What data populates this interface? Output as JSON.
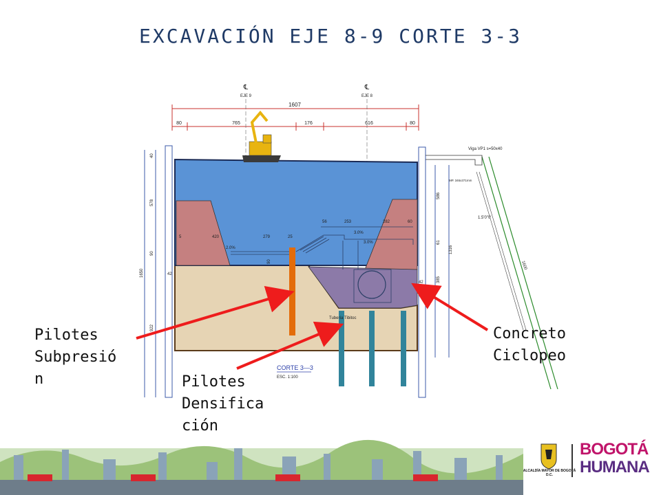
{
  "title": "EXCAVACIÓN EJE 8-9 CORTE 3-3",
  "callouts": {
    "pilotes_subpresion": "Pilotes\nSubpresió\nn",
    "pilotes_densificacion": "Pilotes\nDensifica\nción",
    "concreto_ciclopeo": "Concreto\nCiclopeo"
  },
  "drawing": {
    "axis_left": "EJE 9",
    "axis_right": "EJE 8",
    "axis_symbol": "℄",
    "dim_total": "1607",
    "dim_segments": [
      "80",
      "765",
      "176",
      "616",
      "80"
    ],
    "left_dims": [
      "40",
      "578",
      "90",
      "1650",
      "922",
      "42"
    ],
    "right_dims": [
      "586",
      "61",
      "1316",
      "385",
      "42"
    ],
    "inner_dims": [
      "420",
      "279",
      "25",
      "56",
      "253",
      "282",
      "60",
      "90",
      "5"
    ],
    "slopes": [
      "2.0%",
      "3.0%",
      "3.0%"
    ],
    "beam_label": "Viga VP1 s=50x40",
    "beam_small": "MP. 346x371mm",
    "slope_ratio": "1.5'0\"0'",
    "slope_length": "1600",
    "pipe_label": "Tubería Tibitoc",
    "section_title": "CORTE 3—3",
    "section_scale": "ESC.  1:100"
  },
  "logos": {
    "alcaldia": "ALCALDÍA MAYOR DE BOGOTÁ D.C.",
    "brand_line1": "BOGOTÁ",
    "brand_line2": "HUMANA"
  },
  "colors": {
    "title": "#1f3a66",
    "water": "#5a93d6",
    "soil": "#e6d4b4",
    "slope_fill": "#c58080",
    "concrete": "#8c7aa8",
    "pile_orange": "#e36c0a",
    "pile_teal": "#31849b",
    "arrow": "#ee1c1c"
  }
}
